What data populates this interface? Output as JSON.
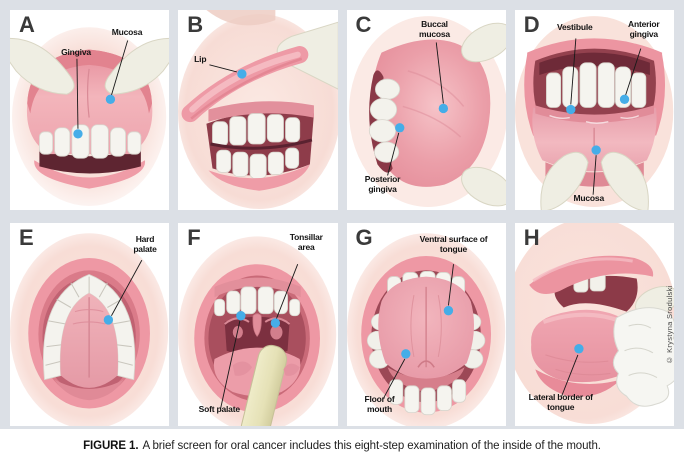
{
  "figure": {
    "caption": {
      "label": "FIGURE 1.",
      "text": "A brief screen for oral cancer includes this eight-step examination of the inside of the mouth."
    },
    "credit": "© Krystyna Srodulski"
  },
  "colors": {
    "marker_dot": "#45ade8",
    "background": "#dce0e6",
    "panel_background": "#ffffff"
  },
  "panels": [
    {
      "letter": "A",
      "labels": {
        "gingiva": "Gingiva",
        "mucosa": "Mucosa"
      }
    },
    {
      "letter": "B",
      "labels": {
        "lip": "Lip"
      }
    },
    {
      "letter": "C",
      "labels": {
        "buccal_mucosa": "Buccal mucosa",
        "posterior_gingiva": "Posterior gingiva"
      }
    },
    {
      "letter": "D",
      "labels": {
        "vestibule": "Vestibule",
        "anterior_gingiva": "Anterior gingiva",
        "mucosa": "Mucosa"
      }
    },
    {
      "letter": "E",
      "labels": {
        "hard_palate": "Hard palate"
      }
    },
    {
      "letter": "F",
      "labels": {
        "tonsillar_area": "Tonsillar area",
        "soft_palate": "Soft palate"
      }
    },
    {
      "letter": "G",
      "labels": {
        "ventral_surface": "Ventral surface of tongue",
        "floor_of_mouth": "Floor of mouth"
      }
    },
    {
      "letter": "H",
      "labels": {
        "lateral_border": "Lateral border of tongue"
      }
    }
  ]
}
